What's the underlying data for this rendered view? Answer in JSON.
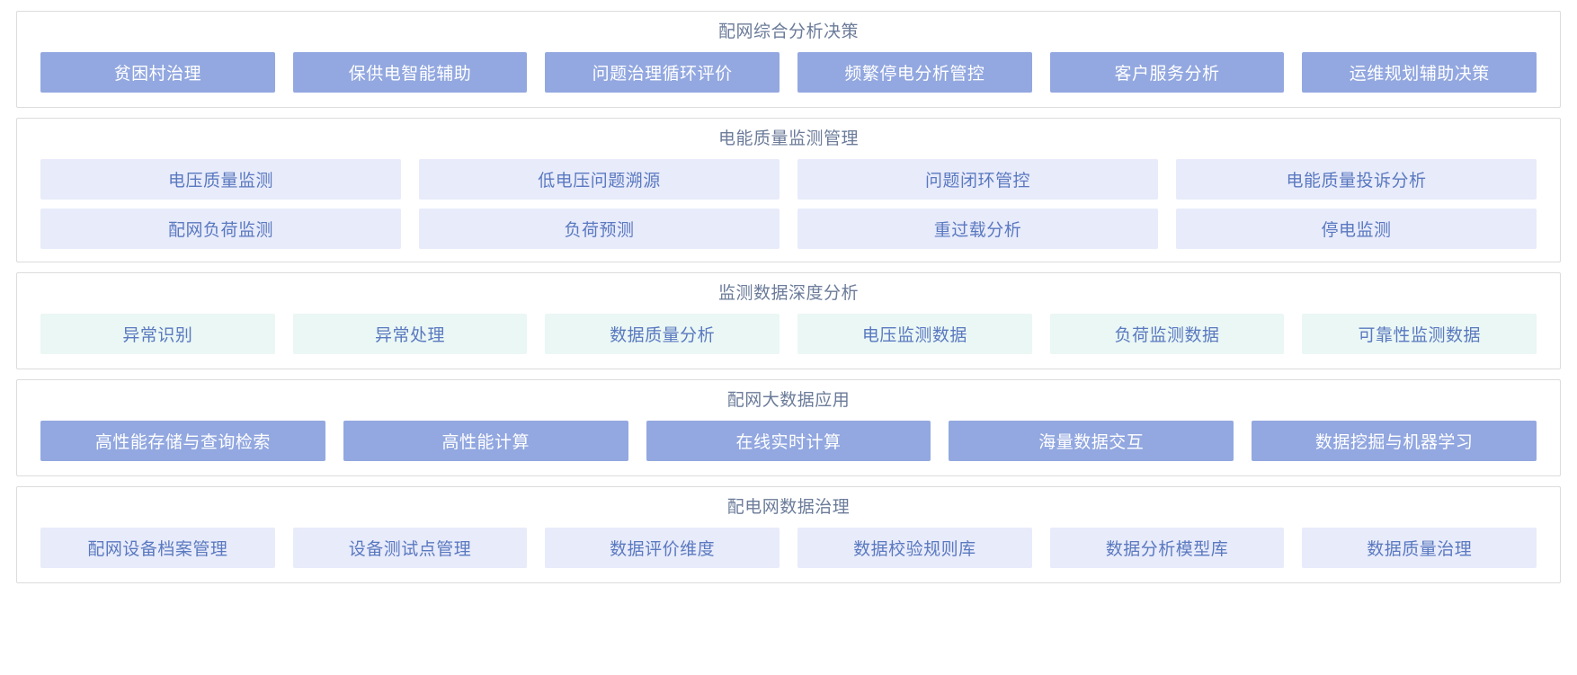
{
  "colors": {
    "solid_bg": "#93a8e0",
    "solid_text": "#ffffff",
    "lavender_bg": "#e8ebfa",
    "lavender_text": "#5a79c0",
    "mint_bg": "#eaf7f4",
    "mint_text": "#5a79c0",
    "title_text": "#6b7b99",
    "panel_border": "#dcdcdc",
    "page_bg": "#ffffff"
  },
  "sections": [
    {
      "id": "decision",
      "title": "配网综合分析决策",
      "style": "solid",
      "rows": [
        [
          "贫困村治理",
          "保供电智能辅助",
          "问题治理循环评价",
          "频繁停电分析管控",
          "客户服务分析",
          "运维规划辅助决策"
        ]
      ]
    },
    {
      "id": "power-quality",
      "title": "电能质量监测管理",
      "style": "lavender",
      "rows": [
        [
          "电压质量监测",
          "低电压问题溯源",
          "问题闭环管控",
          "电能质量投诉分析"
        ],
        [
          "配网负荷监测",
          "负荷预测",
          "重过载分析",
          "停电监测"
        ]
      ]
    },
    {
      "id": "deep-analysis",
      "title": "监测数据深度分析",
      "style": "mint",
      "rows": [
        [
          "异常识别",
          "异常处理",
          "数据质量分析",
          "电压监测数据",
          "负荷监测数据",
          "可靠性监测数据"
        ]
      ]
    },
    {
      "id": "big-data",
      "title": "配网大数据应用",
      "style": "solid",
      "rows": [
        [
          "高性能存储与查询检索",
          "高性能计算",
          "在线实时计算",
          "海量数据交互",
          "数据挖掘与机器学习"
        ]
      ]
    },
    {
      "id": "data-governance",
      "title": "配电网数据治理",
      "style": "lavender",
      "rows": [
        [
          "配网设备档案管理",
          "设备测试点管理",
          "数据评价维度",
          "数据校验规则库",
          "数据分析模型库",
          "数据质量治理"
        ]
      ]
    }
  ]
}
